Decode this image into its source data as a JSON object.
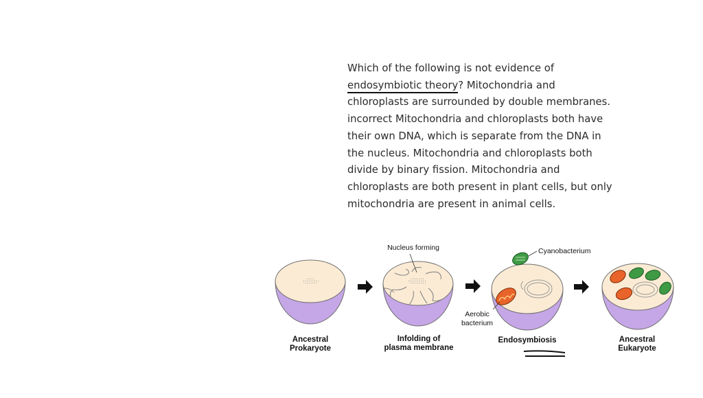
{
  "question": {
    "lines": [
      "Which of the following is not evidence of",
      "? Mitochondria and",
      "chloroplasts are surrounded by double membranes.",
      "incorrect Mitochondria and chloroplasts both have",
      "their own DNA, which is separate from the DNA in",
      "the nucleus. Mitochondria and chloroplasts both",
      "divide by binary fission. Mitochondria and",
      "chloroplasts are both present in plant cells, but only",
      "mitochondria are present in animal cells."
    ],
    "underlined_term": "endosymbiotic theory"
  },
  "diagram": {
    "stages": [
      {
        "line1": "Ancestral",
        "line2": "Prokaryote"
      },
      {
        "line1": "Infolding of",
        "line2": "plasma membrane"
      },
      {
        "line1": "Endosymbiosis",
        "line2": ""
      },
      {
        "line1": "Ancestral",
        "line2": "Eukaryote"
      }
    ],
    "callouts": {
      "nucleus_forming": "Nucleus forming",
      "cyanobacterium": "Cyanobacterium",
      "aerobic_line1": "Aerobic",
      "aerobic_line2": "bacterium"
    },
    "arrow_icon": "right-arrow-icon",
    "colors": {
      "cell_top": "#fbebd4",
      "cell_body": "#c5a6e6",
      "mitochondrion": "#e8642a",
      "chloroplast": "#3f9a45"
    }
  }
}
